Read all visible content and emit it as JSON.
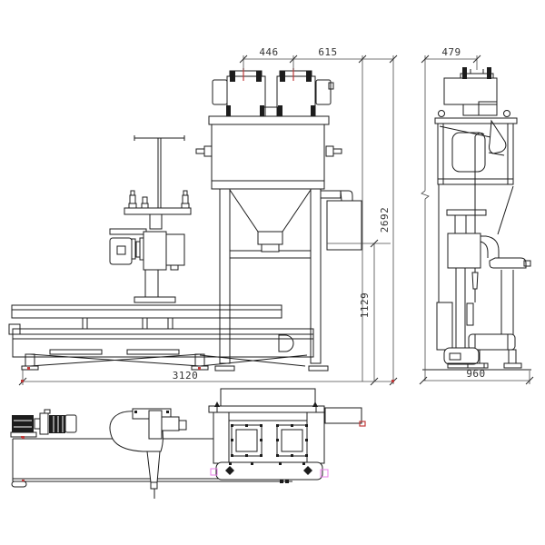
{
  "drawing": {
    "colors": {
      "background": "#ffffff",
      "line": "#1c1c1c",
      "dimension_line": "#4a4a4a",
      "accent_red": "#c03a3a",
      "accent_magenta": "#e87fe8"
    },
    "dimensions": {
      "spout_spacing": "446",
      "spout_to_edge": "615",
      "side_top_width": "479",
      "overall_height": "2692",
      "conveyor_height": "1129",
      "overall_length": "3120",
      "side_overall_depth": "960"
    }
  }
}
